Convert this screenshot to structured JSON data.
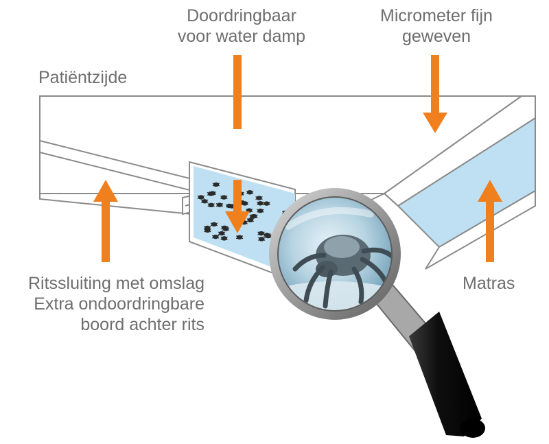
{
  "labels": {
    "patient_side": "Patiëntzijde",
    "vapor": [
      "Doordringbaar",
      "voor water damp"
    ],
    "micrometer": [
      "Micrometer fijn",
      "geweven"
    ],
    "zipper": [
      "Ritssluiting met omslag",
      "Extra ondoordringbare",
      "boord achter rits"
    ],
    "mattress": "Matras"
  },
  "colors": {
    "arrow": "#f07f1d",
    "fabric_blue": "#bfe0f2",
    "outline": "#8a8a8a",
    "text": "#6e6e6e",
    "magnifier_handle": "#1a1a1a"
  },
  "icons": {
    "magnifier": "magnifying-glass-icon",
    "mite": "dust-mite-icon"
  }
}
